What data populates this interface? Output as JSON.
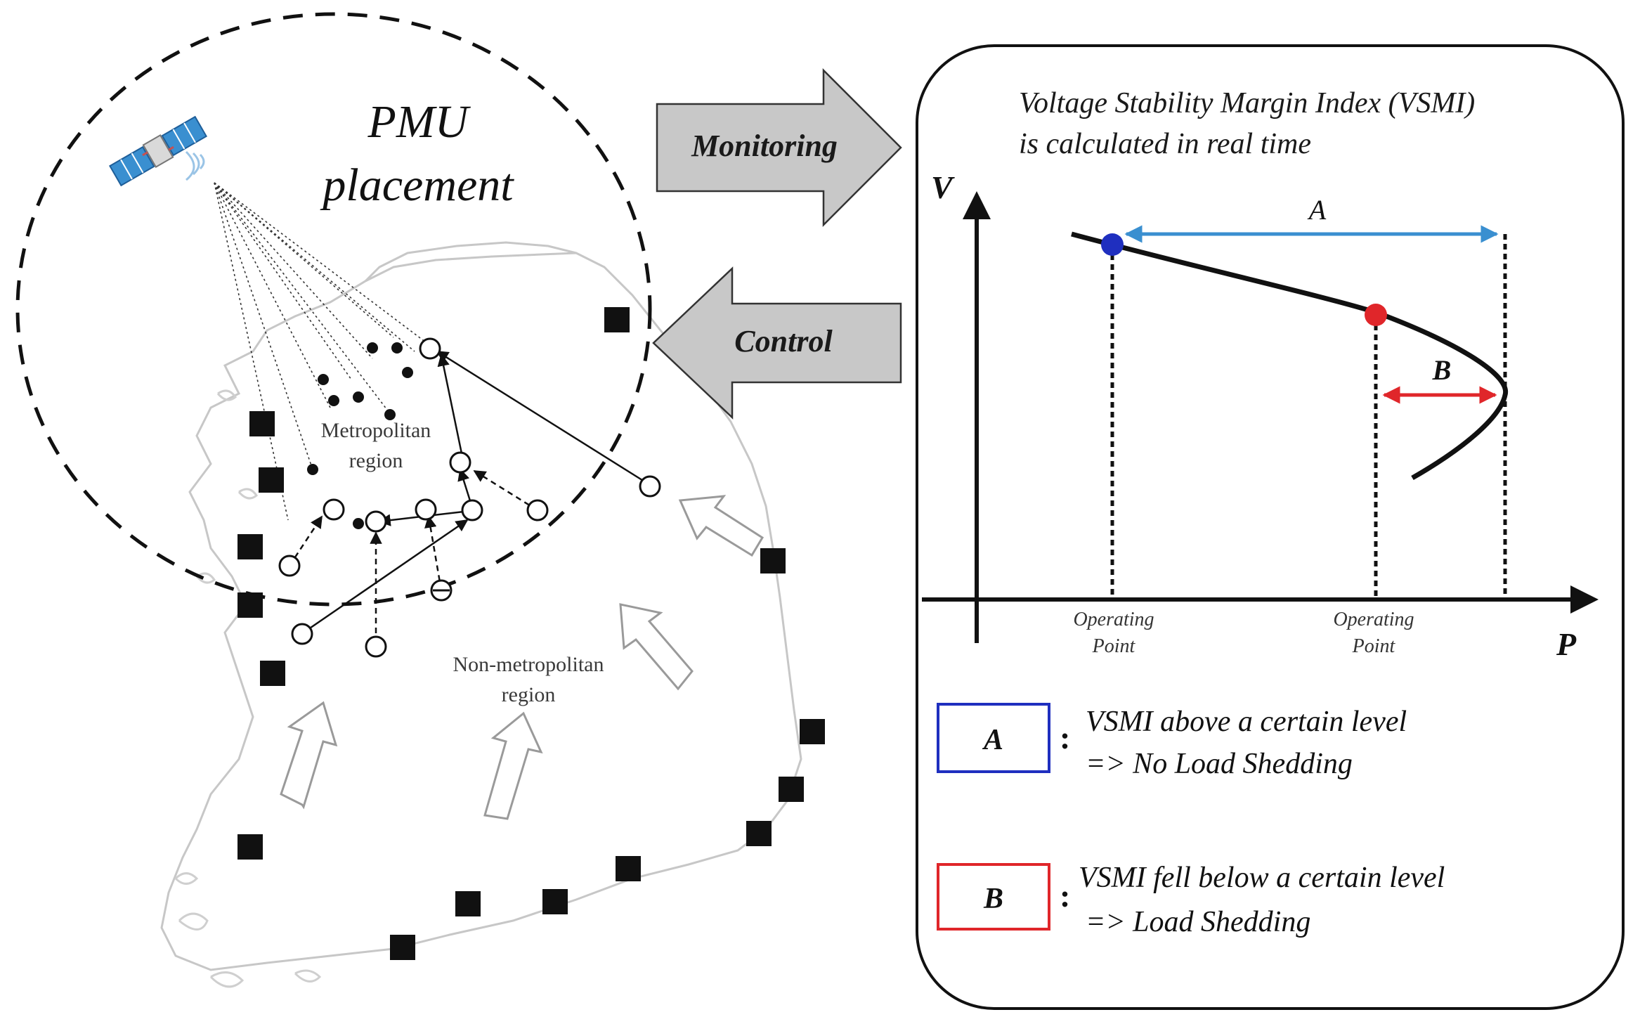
{
  "pmu": {
    "title_line1": "PMU",
    "title_line2": "placement"
  },
  "map": {
    "metro_line1": "Metropolitan",
    "metro_line2": "region",
    "nonmetro_line1": "Non-metropolitan",
    "nonmetro_line2": "region"
  },
  "arrows": {
    "monitoring": "Monitoring",
    "control": "Control"
  },
  "vsmi": {
    "title_line1": "Voltage Stability Margin Index (VSMI)",
    "title_line2": "is calculated in real time"
  },
  "pv": {
    "v_axis": "V",
    "p_axis": "P",
    "span_a": "A",
    "span_b": "B",
    "op1_line1": "Operating",
    "op1_line2": "Point",
    "op2_line1": "Operating",
    "op2_line2": "Point"
  },
  "legend": {
    "a": {
      "box": "A",
      "line1": "VSMI above a certain level",
      "line2": "=> No Load Shedding"
    },
    "b": {
      "box": "B",
      "line1": "VSMI fell below a certain level",
      "line2": "=> Load Shedding"
    }
  },
  "colors": {
    "blue": "#1f2fbf",
    "red": "#e0262a",
    "cyan_arrow": "#3a8fd0",
    "arrow_fill": "#c8c8c8"
  }
}
